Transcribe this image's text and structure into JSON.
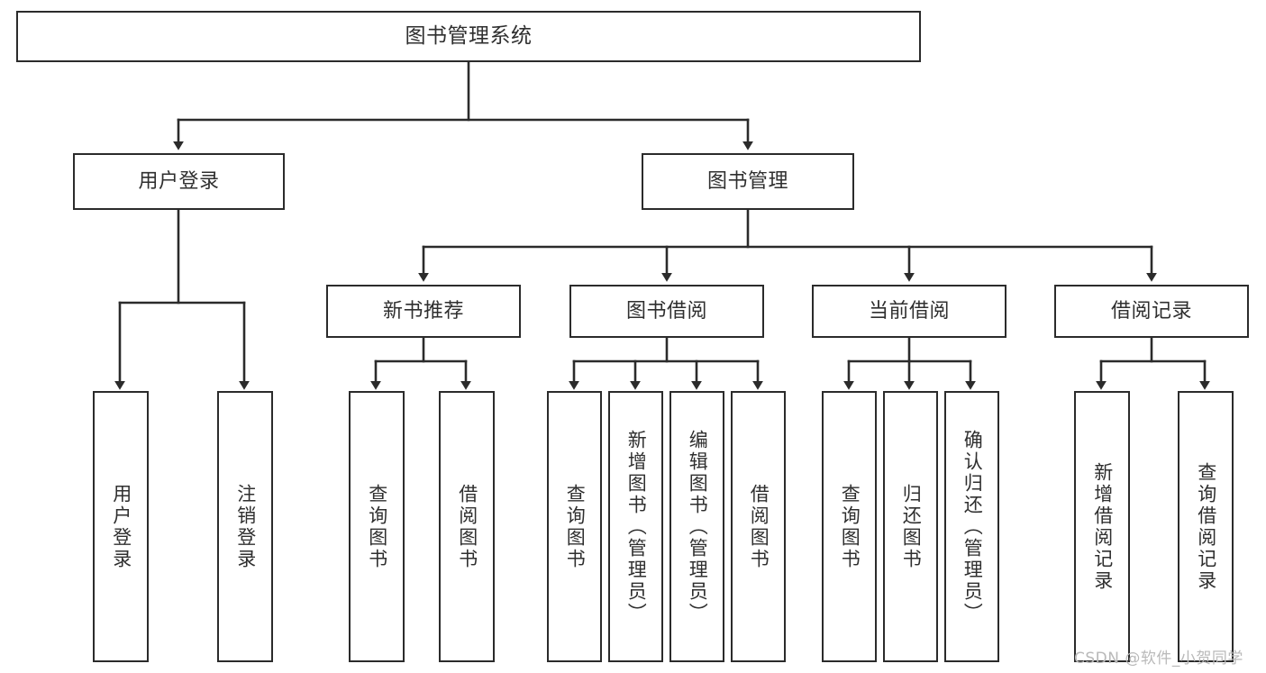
{
  "diagram": {
    "type": "tree-hierarchy-chart",
    "title": "图书管理系统",
    "root": {
      "label": "图书管理系统"
    },
    "level2": [
      {
        "id": "user-login",
        "label": "用户登录"
      },
      {
        "id": "book-manage",
        "label": "图书管理"
      }
    ],
    "level3": [
      {
        "id": "new-book-recommend",
        "label": "新书推荐",
        "parent": "book-manage"
      },
      {
        "id": "book-borrow",
        "label": "图书借阅",
        "parent": "book-manage"
      },
      {
        "id": "current-borrow",
        "label": "当前借阅",
        "parent": "book-manage"
      },
      {
        "id": "borrow-record",
        "label": "借阅记录",
        "parent": "book-manage"
      }
    ],
    "leaves": {
      "user_login": [
        {
          "id": "leaf-user-login",
          "label": "用户登录"
        },
        {
          "id": "leaf-logout-login",
          "label": "注销登录"
        }
      ],
      "new_book_recommend": [
        {
          "id": "leaf-query-book-1",
          "label": "查询图书"
        },
        {
          "id": "leaf-borrow-book-1",
          "label": "借阅图书"
        }
      ],
      "book_borrow": [
        {
          "id": "leaf-query-book-2",
          "label": "查询图书"
        },
        {
          "id": "leaf-add-book",
          "label": "新增图书（管理员）"
        },
        {
          "id": "leaf-edit-book",
          "label": "编辑图书（管理员）"
        },
        {
          "id": "leaf-borrow-book-2",
          "label": "借阅图书"
        }
      ],
      "current_borrow": [
        {
          "id": "leaf-query-book-3",
          "label": "查询图书"
        },
        {
          "id": "leaf-return-book",
          "label": "归还图书"
        },
        {
          "id": "leaf-confirm-return",
          "label": "确认归还（管理员）"
        }
      ],
      "borrow_record": [
        {
          "id": "leaf-add-record",
          "label": "新增借阅记录"
        },
        {
          "id": "leaf-query-record",
          "label": "查询借阅记录"
        }
      ]
    }
  },
  "watermark": {
    "text": "CSDN @软件_小贺同学"
  },
  "colors": {
    "box_border": "#2b2b2b",
    "box_fill": "#ffffff",
    "text": "#2f2f2f",
    "connector": "#2b2b2b",
    "watermark": "#b9b9b9",
    "background": "#ffffff"
  }
}
